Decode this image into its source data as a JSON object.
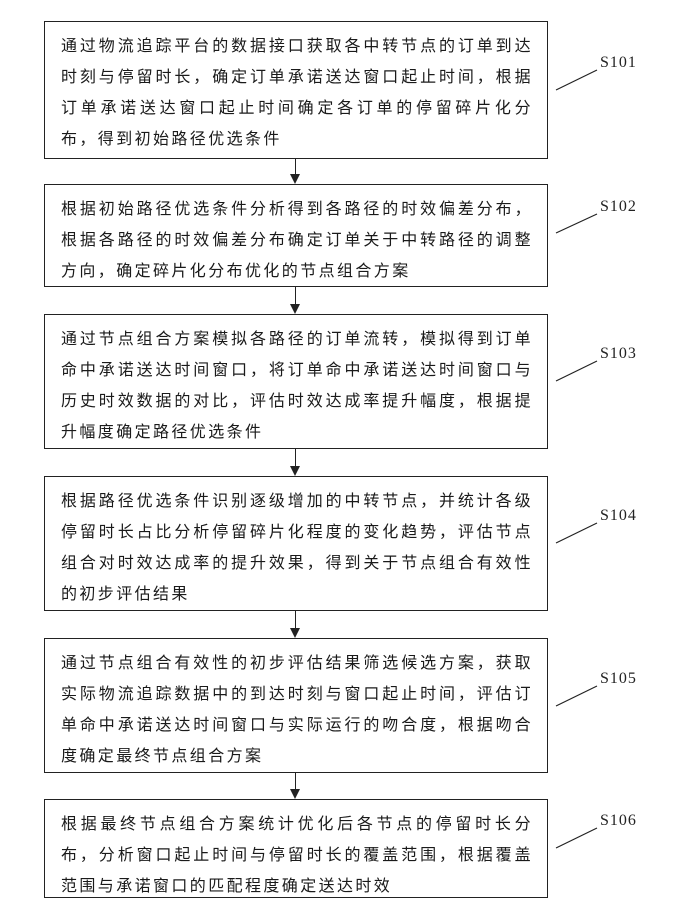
{
  "steps": [
    {
      "id": "S101",
      "text": "通过物流追踪平台的数据接口获取各中转节点的订单到达时刻与停留时长，确定订单承诺送达窗口起止时间，根据订单承诺送达窗口起止时间确定各订单的停留碎片化分布，得到初始路径优选条件"
    },
    {
      "id": "S102",
      "text": "根据初始路径优选条件分析得到各路径的时效偏差分布，根据各路径的时效偏差分布确定订单关于中转路径的调整方向，确定碎片化分布优化的节点组合方案"
    },
    {
      "id": "S103",
      "text": "通过节点组合方案模拟各路径的订单流转，模拟得到订单命中承诺送达时间窗口，将订单命中承诺送达时间窗口与历史时效数据的对比，评估时效达成率提升幅度，根据提升幅度确定路径优选条件"
    },
    {
      "id": "S104",
      "text": "根据路径优选条件识别逐级增加的中转节点，并统计各级停留时长占比分析停留碎片化程度的变化趋势，评估节点组合对时效达成率的提升效果，得到关于节点组合有效性的初步评估结果"
    },
    {
      "id": "S105",
      "text": "通过节点组合有效性的初步评估结果筛选候选方案，获取实际物流追踪数据中的到达时刻与窗口起止时间，评估订单命中承诺送达时间窗口与实际运行的吻合度，根据吻合度确定最终节点组合方案"
    },
    {
      "id": "S106",
      "text": "根据最终节点组合方案统计优化后各节点的停留时长分布，分析窗口起止时间与停留时长的覆盖范围，根据覆盖范围与承诺窗口的匹配程度确定送达时效"
    }
  ]
}
